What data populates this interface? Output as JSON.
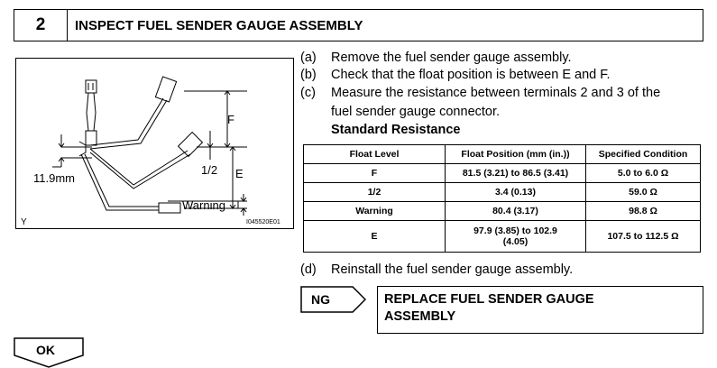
{
  "header": {
    "step_number": "2",
    "title": "INSPECT FUEL SENDER GAUGE ASSEMBLY"
  },
  "figure": {
    "label_f": "F",
    "label_half": "1/2",
    "label_e": "E",
    "label_dim": "11.9mm",
    "label_warning": "Warning",
    "label_y": "Y",
    "figure_id": "I045520E01"
  },
  "instructions": [
    {
      "letter": "(a)",
      "text": "Remove the fuel sender gauge assembly."
    },
    {
      "letter": "(b)",
      "text": "Check that the float position is between E and F."
    },
    {
      "letter": "(c)",
      "text": "Measure the resistance between terminals 2 and 3 of the"
    },
    {
      "letter": "",
      "text": "fuel sender gauge connector."
    }
  ],
  "table": {
    "heading": "Standard Resistance",
    "headers": [
      "Float Level",
      "Float Position (mm (in.))",
      "Specified Condition"
    ],
    "rows": [
      [
        "F",
        "81.5 (3.21) to 86.5 (3.41)",
        "5.0 to 6.0 Ω"
      ],
      [
        "1/2",
        "3.4 (0.13)",
        "59.0 Ω"
      ],
      [
        "Warning",
        "80.4 (3.17)",
        "98.8 Ω"
      ],
      [
        "E",
        "97.9 (3.85) to 102.9 (4.05)",
        "107.5 to 112.5 Ω"
      ]
    ]
  },
  "step_d": {
    "letter": "(d)",
    "text": "Reinstall the fuel sender gauge assembly."
  },
  "ng": {
    "label": "NG",
    "action_line1": "REPLACE FUEL SENDER GAUGE",
    "action_line2": "ASSEMBLY"
  },
  "ok": {
    "label": "OK"
  }
}
